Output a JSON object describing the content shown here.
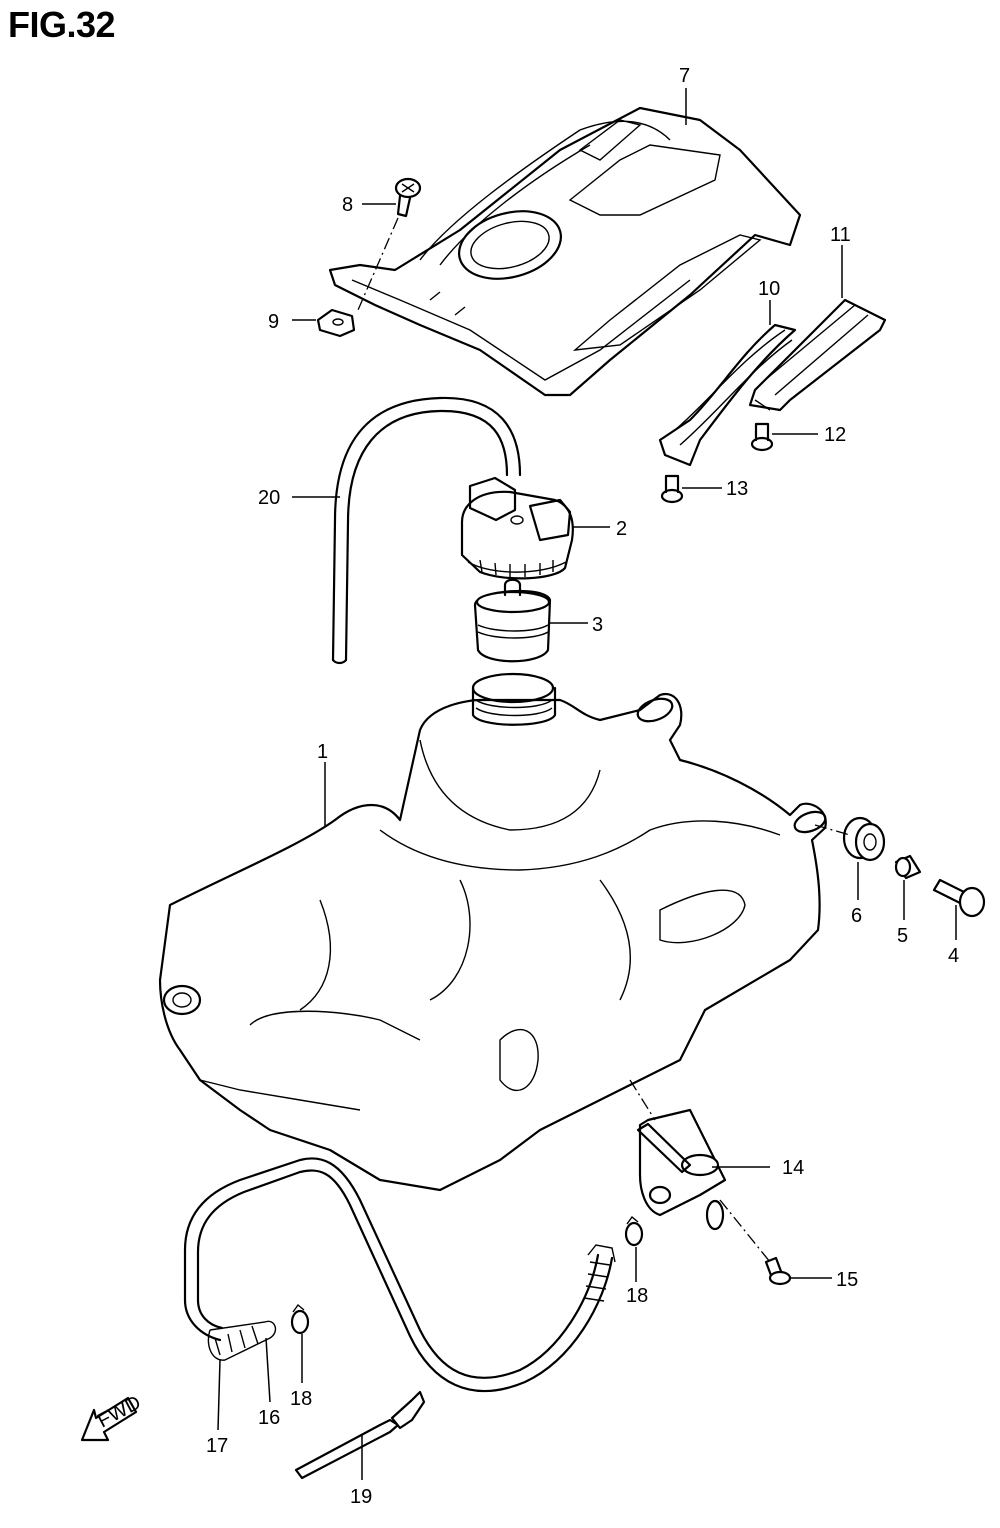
{
  "figure": {
    "title": "FIG.32"
  },
  "callouts": [
    "1",
    "2",
    "3",
    "4",
    "5",
    "6",
    "7",
    "8",
    "9",
    "10",
    "11",
    "12",
    "13",
    "14",
    "15",
    "16",
    "17",
    "18",
    "18",
    "19",
    "20"
  ],
  "direction_label": "FWD"
}
